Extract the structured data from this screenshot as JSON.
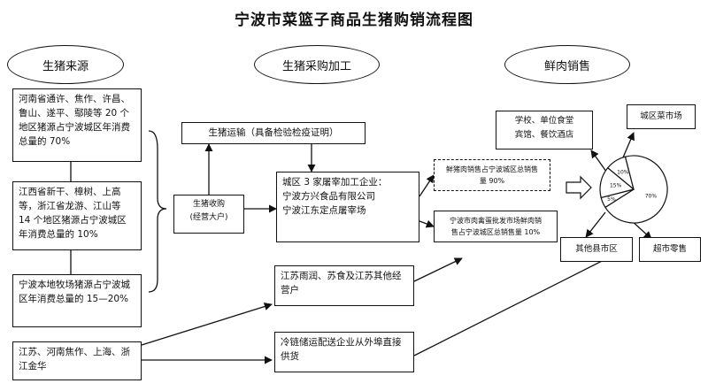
{
  "title": "宁波市菜篮子商品生猪购销流程图",
  "headers": {
    "source": "生猪来源",
    "processing": "生猪采购加工",
    "sales": "鲜肉销售"
  },
  "sources": {
    "s1": "河南省通许、焦作、许昌、鲁山、遂平、鄢陵等 20 个地区猪源占宁波城区年消费总量的 70%",
    "s2": "江西省新干、樟树、上高等，浙江省龙游、江山等 14 个地区猪源占宁波城区年消费总量的 10%",
    "s3": "宁波本地牧场猪源占宁波城区年消费总量的 15—20%",
    "s4": "江苏、河南焦作、上海、浙江金华"
  },
  "processing": {
    "transport": "生猪运输（具备检验检疫证明）",
    "purchase_line1": "生猪收购",
    "purchase_line2": "(经营大户)",
    "slaughter_line1": "城区 3 家屠宰加工企业：",
    "slaughter_line2": "宁波方兴食品有限公司",
    "slaughter_line3": "宁波江东定点屠宰场",
    "other_operators": "江苏雨润、苏食及江苏其他经营户",
    "cold_chain": "冷链储运配送企业从外埠直接供货"
  },
  "sales": {
    "fresh_share_line1": "鲜猪肉销售占宁波城区总销售",
    "fresh_share_line2": "量 90%",
    "wholesale_share_line1": "宁波市肉禽蛋批发市场鲜肉销",
    "wholesale_share_line2": "售占宁波城区总销售量 10%",
    "schools_line1": "学校、单位食堂",
    "schools_line2": "宾馆、餐饮酒店",
    "urban_market": "城区菜市场",
    "other_counties": "其他县市区",
    "supermarket": "超市零售"
  },
  "chart_data": {
    "type": "pie",
    "categories": [
      "城区菜市场",
      "学校、单位食堂 宾馆、餐饮酒店",
      "其他县市区",
      "超市零售"
    ],
    "values": [
      70,
      10,
      15,
      5
    ],
    "labels": [
      "70%",
      "10%",
      "15%",
      "5%"
    ]
  }
}
